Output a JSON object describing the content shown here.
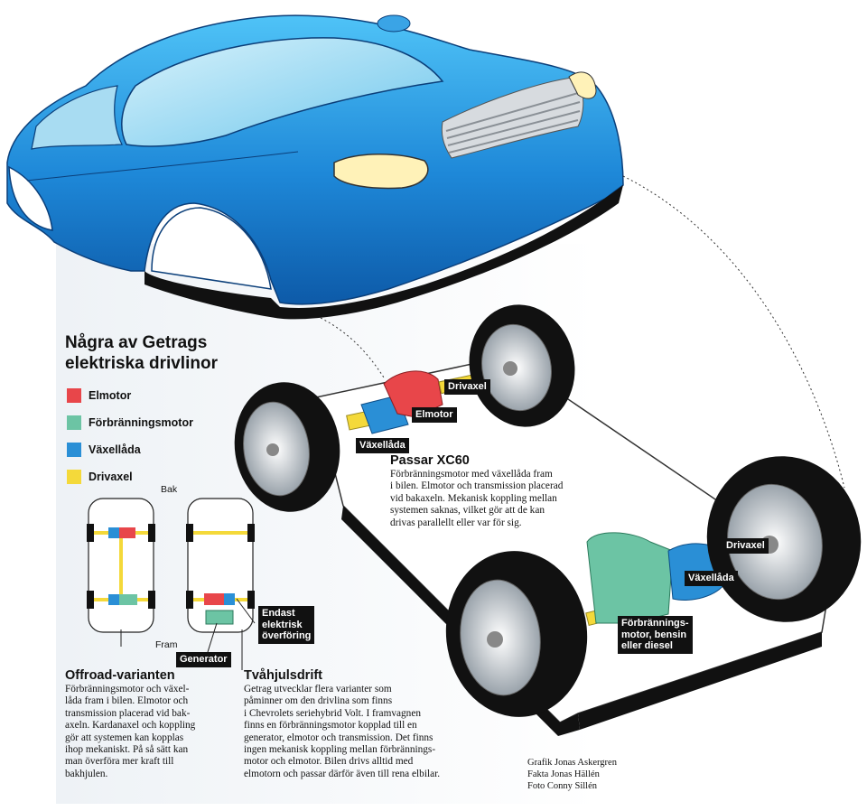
{
  "heading": [
    "Några av Getrags",
    "elektriska drivlinor"
  ],
  "legend": [
    {
      "label": "Elmotor",
      "color": "#e8464a"
    },
    {
      "label": "Förbränningsmotor",
      "color": "#6cc4a4"
    },
    {
      "label": "Växellåda",
      "color": "#2a8fd6"
    },
    {
      "label": "Drivaxel",
      "color": "#f4d93a"
    }
  ],
  "diagram_labels": {
    "bak": "Bak",
    "fram": "Fram"
  },
  "callouts": {
    "generator": "Generator",
    "endast": [
      "Endast",
      "elektrisk",
      "överföring"
    ],
    "drivaxel_rear": "Drivaxel",
    "elmotor_rear": "Elmotor",
    "vaxellada_rear": "Växellåda",
    "drivaxel_front": "Drivaxel",
    "vaxellada_front": "Växellåda",
    "forbr": [
      "Förbrännings-",
      "motor, bensin",
      "eller diesel"
    ]
  },
  "xc60": {
    "title": "Passar XC60",
    "lines": [
      "Förbränningsmotor med växellåda fram",
      "i bilen. Elmotor och transmission placerad",
      "vid bakaxeln. Mekanisk koppling mellan",
      "systemen saknas, vilket gör att de kan",
      "drivas parallellt eller var för sig."
    ]
  },
  "offroad": {
    "title": "Offroad-varianten",
    "lines": [
      "Förbränningsmotor och växel-",
      "låda  fram i bilen. Elmotor och",
      "transmission placerad vid bak-",
      "axeln. Kardanaxel och koppling",
      "gör att systemen kan kopplas",
      "ihop mekaniskt. På så sätt kan",
      "man överföra mer kraft till",
      "bakhjulen."
    ]
  },
  "tvahjul": {
    "title": "Tvåhjulsdrift",
    "lines": [
      "Getrag utvecklar flera varianter som",
      "påminner om den drivlina som finns",
      "i Chevrolets seriehybrid Volt. I framvagnen",
      "finns en förbränningsmotor kopplad till en",
      "generator, elmotor och transmission. Det finns",
      "ingen mekanisk koppling mellan förbrännings-",
      "motor och elmotor. Bilen drivs alltid med",
      "elmotorn och passar därför även till rena elbilar."
    ]
  },
  "credits": [
    "Grafik Jonas Askergren",
    "Fakta Jonas Hällén",
    "Foto Conny Sillén"
  ]
}
